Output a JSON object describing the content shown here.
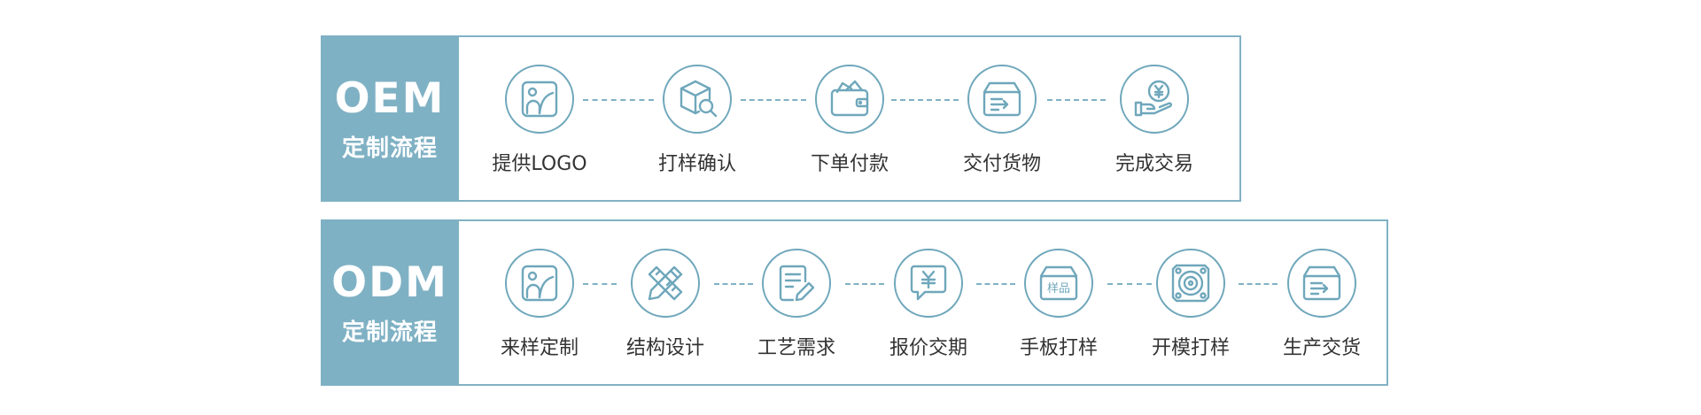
{
  "oem": {
    "title": "OEM",
    "subtitle": "定制流程",
    "steps": [
      {
        "label": "提供LOGO",
        "icon": "image-icon"
      },
      {
        "label": "打样确认",
        "icon": "box-search-icon"
      },
      {
        "label": "下单付款",
        "icon": "wallet-icon"
      },
      {
        "label": "交付货物",
        "icon": "delivery-box-icon"
      },
      {
        "label": "完成交易",
        "icon": "yen-hand-icon"
      }
    ]
  },
  "odm": {
    "title": "ODM",
    "subtitle": "定制流程",
    "steps": [
      {
        "label": "来样定制",
        "icon": "image-icon"
      },
      {
        "label": "结构设计",
        "icon": "pencil-ruler-icon"
      },
      {
        "label": "工艺需求",
        "icon": "document-edit-icon"
      },
      {
        "label": "报价交期",
        "icon": "yen-chat-icon"
      },
      {
        "label": "手板打样",
        "icon": "sample-box-icon",
        "badge": "样品"
      },
      {
        "label": "开模打样",
        "icon": "mold-icon"
      },
      {
        "label": "生产交货",
        "icon": "delivery-box-icon"
      }
    ]
  },
  "colors": {
    "accent": "#7fb1c4",
    "icon_stroke": "#6fa7bb",
    "text": "#333333"
  }
}
